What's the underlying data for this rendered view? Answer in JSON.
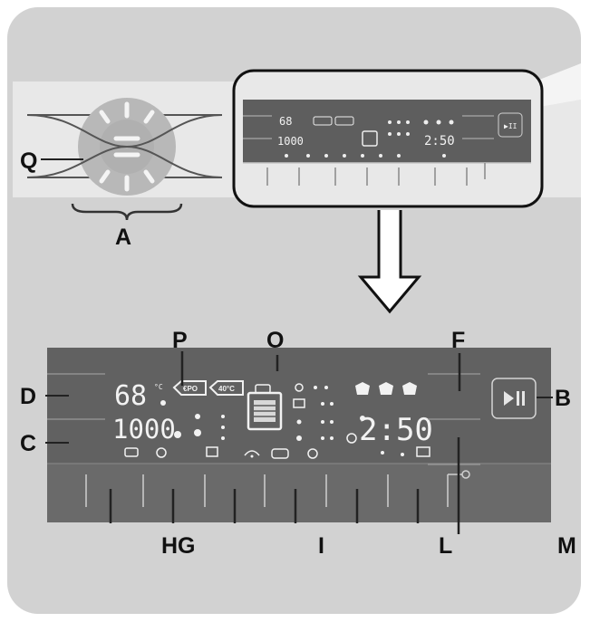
{
  "callouts": {
    "q": "Q",
    "a": "A",
    "p": "P",
    "o": "O",
    "f": "F",
    "d": "D",
    "c": "C",
    "b": "B",
    "hg": "HG",
    "i": "I",
    "l": "L",
    "m": "M"
  },
  "display": {
    "temp_digits": "68",
    "spin_digits": "1000",
    "time_digits": "2:50",
    "time_digits_small": "2:50",
    "tag_left": "€PO",
    "tag_right": "40°C",
    "temp_unit": "°C"
  },
  "colors": {
    "frame": "#d2d2d2",
    "panel": "#616161",
    "panel_small": "#5e5e5e",
    "segment": "#f2f2f2",
    "callout": "#111111"
  }
}
